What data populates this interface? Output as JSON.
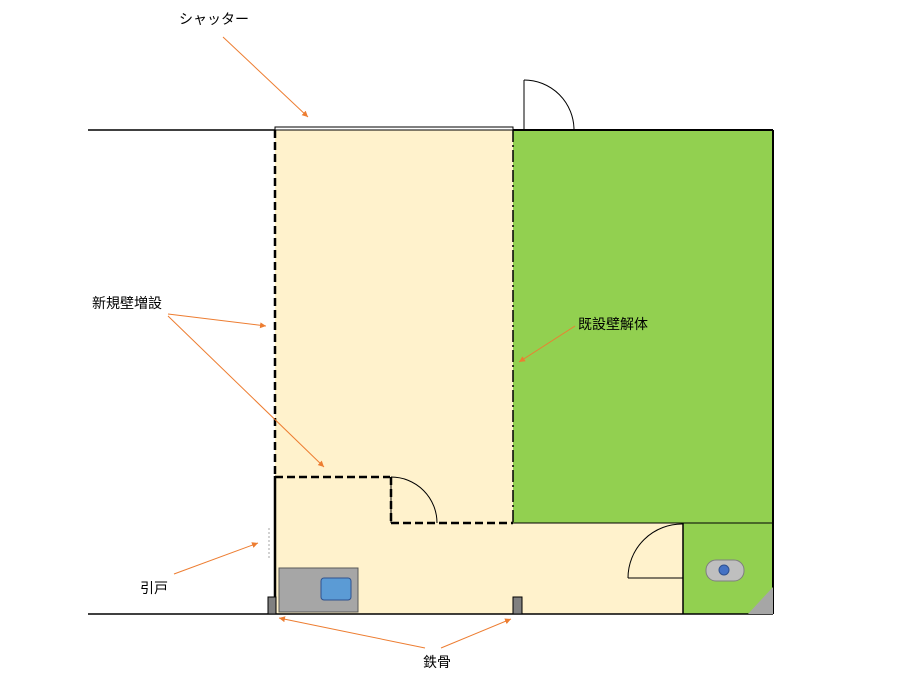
{
  "labels": {
    "shutter": "シャッター",
    "new_wall": "新規壁増設",
    "demolish_wall": "既設壁解体",
    "sliding_door": "引戸",
    "steel_frame": "鉄骨"
  },
  "colors": {
    "new_area": "#FFF2CC",
    "green_area": "#92D050",
    "annotation": "#ED7D31",
    "sink": "#A6A6A6",
    "basin": "#5B9BD5",
    "wall": "#000000"
  },
  "icons": {
    "sink": "kitchen-sink-icon",
    "toilet": "toilet-icon"
  }
}
